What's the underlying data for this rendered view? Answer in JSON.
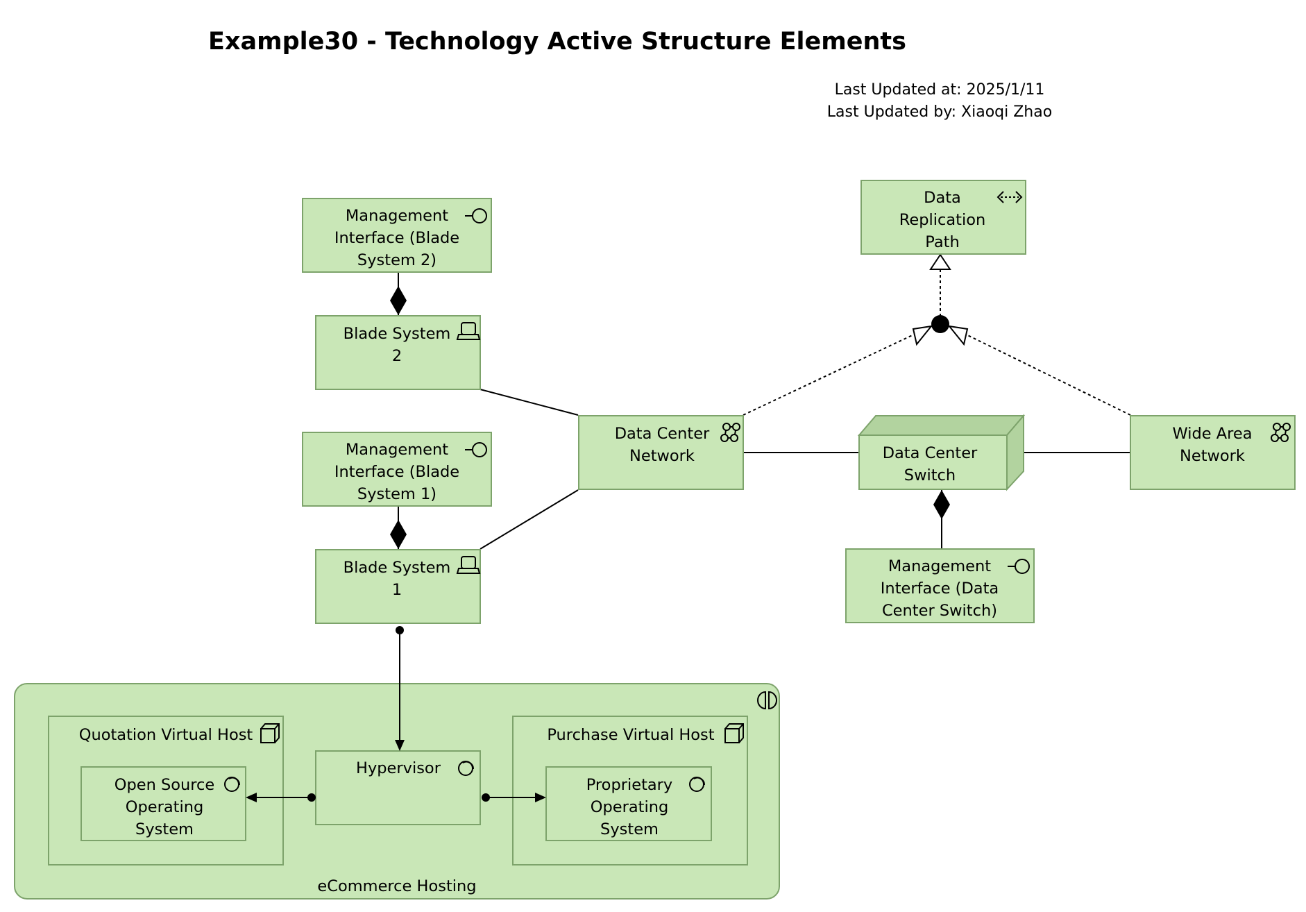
{
  "title": "Example30 - Technology Active Structure Elements",
  "meta": {
    "updated_at": "Last Updated at: 2025/1/11",
    "updated_by": "Last Updated by: Xiaoqi Zhao"
  },
  "elements": {
    "mgmt_if_bs2": [
      "Management",
      "Interface (Blade",
      "System 2)"
    ],
    "blade_system_2": [
      "Blade System",
      "2"
    ],
    "mgmt_if_bs1": [
      "Management",
      "Interface (Blade",
      "System 1)"
    ],
    "blade_system_1": [
      "Blade System",
      "1"
    ],
    "data_replication_path": [
      "Data",
      "Replication",
      "Path"
    ],
    "data_center_network": [
      "Data Center",
      "Network"
    ],
    "data_center_switch": [
      "Data Center",
      "Switch"
    ],
    "wide_area_network": [
      "Wide Area",
      "Network"
    ],
    "mgmt_if_dcs": [
      "Management",
      "Interface (Data",
      "Center Switch)"
    ],
    "ecommerce_hosting": "eCommerce Hosting",
    "quotation_virtual_host": "Quotation Virtual Host",
    "open_source_os": [
      "Open Source",
      "Operating",
      "System"
    ],
    "hypervisor": "Hypervisor",
    "purchase_virtual_host": "Purchase Virtual Host",
    "proprietary_os": [
      "Proprietary",
      "Operating",
      "System"
    ]
  },
  "icons": {
    "interface": "interface-icon",
    "device": "device-icon",
    "path": "path-icon",
    "network": "network-icon",
    "node": "node-icon",
    "system_software": "system-software-icon",
    "collaboration": "collaboration-icon"
  },
  "colors": {
    "element_fill": "#c9e7b7",
    "element_border": "#7da36b",
    "node_side": "#b2d39f"
  }
}
